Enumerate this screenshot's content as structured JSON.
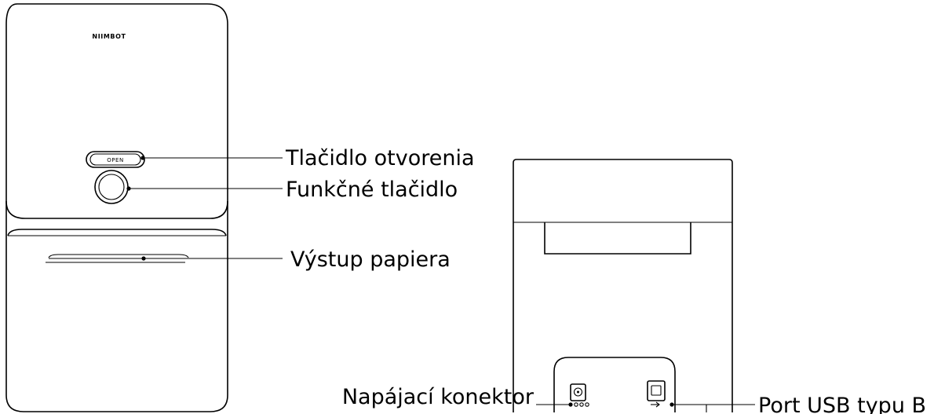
{
  "brand": "NIIMBOT",
  "open_button_text": "OPEN",
  "labels": {
    "open_button": "Tlačidlo otvorenia",
    "function_button": "Funkčné tlačidlo",
    "paper_output": "Výstup papiera",
    "power_connector": "Napájací konektor",
    "usb_port": "Port USB typu B"
  },
  "colors": {
    "stroke": "#000000",
    "background": "#ffffff"
  }
}
